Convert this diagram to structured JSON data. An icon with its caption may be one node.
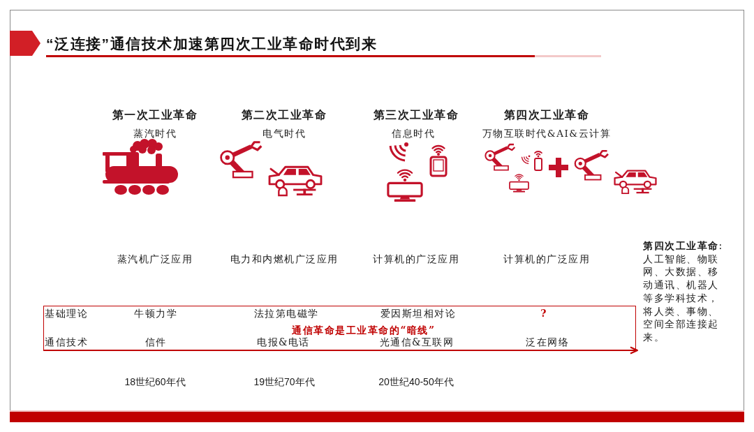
{
  "diagram": {
    "title": "“泛连接”通信技术加速第四次工业革命时代到来",
    "nodes": [
      {
        "text": [
          "基础理论",
          "牛顿力学",
          "法拉第电磁学",
          "爱因斯坦相对论",
          "?",
          "通信革命是工业革命的“暗线”",
          "通信技术",
          "信件",
          "电报&电话",
          "光通信&互联网",
          "泛在网络"
        ]
      }
    ],
    "labels": [
      "第一次工业革命",
      "蒸汽时代",
      "第二次工业革命",
      "电气时代",
      "第三次工业革命",
      "信息时代",
      "第四次工业革命",
      "万物互联时代&AI&云计算",
      "蒸汽机广泛应用",
      "电力和内燃机广泛应用",
      "计算机的广泛应用",
      "计算机的广泛应用",
      "**第四次工业革命**:人工智能、物联网、大数据、移动通讯、机器人等多学科技术，将人类、事物、空间全部连接起来。",
      "18世纪60年代",
      "19世纪70年代",
      "20世纪40-50年代"
    ]
  }
}
